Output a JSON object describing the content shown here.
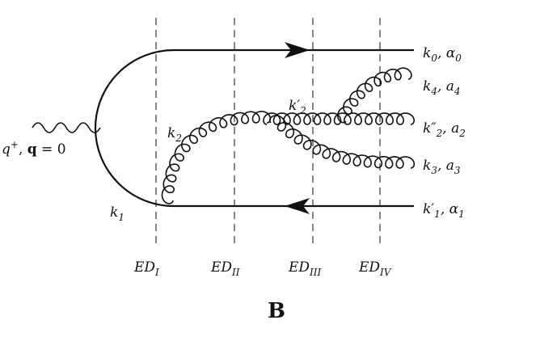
{
  "labels": {
    "photon": "q⁺, q = 0",
    "photon_bold_q": "q",
    "k0": "k",
    "k0_sub": "0",
    "k0_rest": ", α",
    "k0_rest_sub": "0",
    "k4": "k",
    "k4_sub": "4",
    "k4_rest": ", a",
    "k4_rest_sub": "4",
    "k2pp": "k″",
    "k2pp_sub": "2",
    "k2pp_rest": ", a",
    "k2pp_rest_sub": "2",
    "k3": "k",
    "k3_sub": "3",
    "k3_rest": ", a",
    "k3_rest_sub": "3",
    "k1p": "k′",
    "k1p_sub": "1",
    "k1p_rest": ", α",
    "k1p_rest_sub": "1",
    "k2": "k",
    "k2_sub": "2",
    "k2p": "k′",
    "k2p_sub": "2",
    "k1": "k",
    "k1_sub": "1"
  },
  "energy_denominators": [
    {
      "base": "ED",
      "sub": "I"
    },
    {
      "base": "ED",
      "sub": "II"
    },
    {
      "base": "ED",
      "sub": "III"
    },
    {
      "base": "ED",
      "sub": "IV"
    }
  ],
  "caption": "B"
}
